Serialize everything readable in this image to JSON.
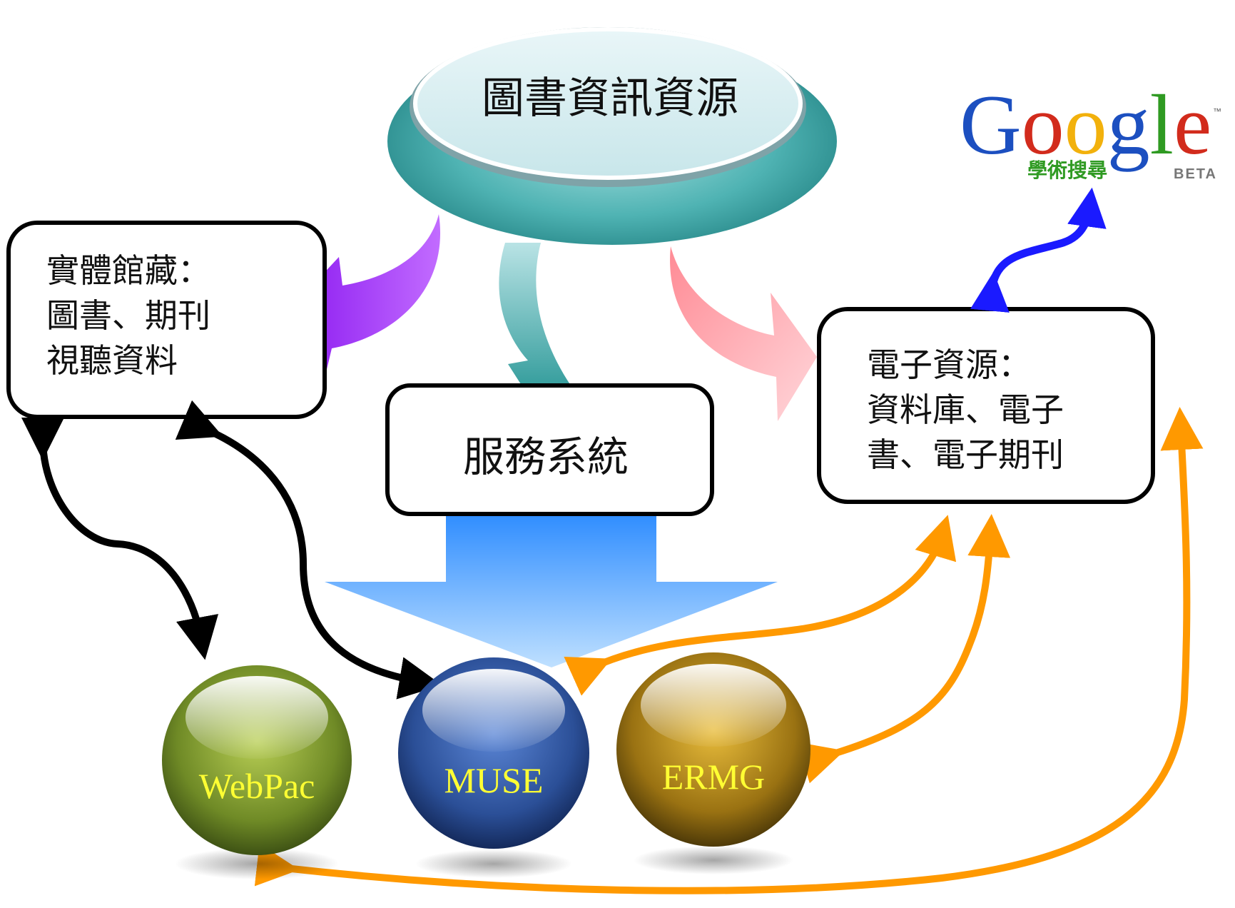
{
  "top_node": {
    "label": "圖書資訊資源"
  },
  "physical_box": {
    "lines": [
      "實體館藏：",
      "圖書、期刊",
      "視聽資料"
    ]
  },
  "service_box": {
    "label": "服務系統"
  },
  "eresource_box": {
    "lines": [
      "電子資源：",
      "資料庫、電子",
      "書、電子期刊"
    ]
  },
  "spheres": [
    {
      "id": "webpac",
      "label": "WebPac"
    },
    {
      "id": "muse",
      "label": "MUSE"
    },
    {
      "id": "ermg",
      "label": "ERMG"
    }
  ],
  "google_logo": {
    "wordmark": "Google",
    "tm": "™",
    "subtitle": "學術搜尋",
    "beta": "BETA"
  },
  "colors": {
    "top_label": "#d0148c",
    "sphere_label": "#ffff33",
    "orange_arrow": "#ff9900",
    "blue_arrow": "#1a1aff",
    "black_arrow": "#000000",
    "purple_arrow": "#a040ff",
    "teal_arrow": "#2aa3a0",
    "pink_arrow": "#ff8f9a",
    "big_down_arrow": "#57a8ff"
  }
}
